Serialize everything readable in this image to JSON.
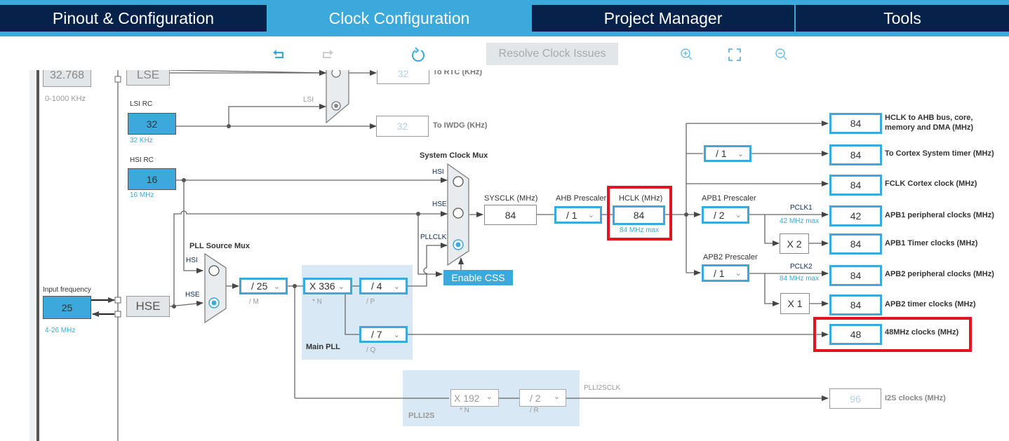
{
  "tabs": [
    {
      "label": "Pinout & Configuration",
      "active": false
    },
    {
      "label": "Clock Configuration",
      "active": true
    },
    {
      "label": "Project Manager",
      "active": false
    },
    {
      "label": "Tools",
      "active": false
    }
  ],
  "toolbar": {
    "undo_icon": "undo-icon",
    "redo_icon": "redo-icon",
    "refresh_icon": "refresh-icon",
    "resolve_label": "Resolve Clock Issues",
    "zoom_in_icon": "zoom-in-icon",
    "fit_icon": "fit-screen-icon",
    "zoom_out_icon": "zoom-out-icon"
  },
  "sources": {
    "lse_value": "32.768",
    "lse_range": "0-1000 KHz",
    "lse_label": "LSE",
    "lsi_title": "LSI RC",
    "lsi_value": "32",
    "lsi_freq": "32 KHz",
    "hsi_title": "HSI RC",
    "hsi_value": "16",
    "hsi_freq": "16 MHz",
    "input_title": "Input frequency",
    "input_value": "25",
    "input_range": "4-26 MHz",
    "hse_label": "HSE"
  },
  "rtc": {
    "lsi_tag": "LSI",
    "rtc_value": "32",
    "rtc_label": "To RTC (KHz)",
    "iwdg_value": "32",
    "iwdg_label": "To IWDG (KHz)"
  },
  "pll": {
    "source_mux_title": "PLL Source Mux",
    "hsi_tag": "HSI",
    "hse_tag": "HSE",
    "m_value": "/ 25",
    "m_label": "/ M",
    "n_value": "X 336",
    "n_label": "* N",
    "p_value": "/ 4",
    "p_label": "/ P",
    "q_value": "/ 7",
    "q_label": "/ Q",
    "title": "Main PLL"
  },
  "plli2s": {
    "n_value": "X 192",
    "n_label": "* N",
    "r_value": "/ 2",
    "r_label": "/ R",
    "title": "PLLI2S",
    "clk_label": "PLLI2SCLK",
    "i2s_value": "96",
    "i2s_label": "I2S clocks (MHz)"
  },
  "sysmux": {
    "title": "System Clock Mux",
    "hsi_tag": "HSI",
    "hse_tag": "HSE",
    "pll_tag": "PLLCLK",
    "enable_css": "Enable CSS",
    "sysclk_label": "SYSCLK (MHz)",
    "sysclk_value": "84",
    "ahb_label": "AHB Prescaler",
    "ahb_value": "/ 1",
    "hclk_label": "HCLK (MHz)",
    "hclk_value": "84",
    "hclk_max": "84 MHz max"
  },
  "outputs": {
    "cortex_div": "/ 1",
    "apb1_label": "APB1 Prescaler",
    "apb1_value": "/ 2",
    "pclk1_label": "PCLK1",
    "pclk1_max": "42 MHz max",
    "apb1_timer_mult": "X 2",
    "apb2_label": "APB2 Prescaler",
    "apb2_value": "/ 1",
    "pclk2_label": "PCLK2",
    "pclk2_max": "84 MHz max",
    "apb2_timer_mult": "X 1",
    "items": [
      {
        "value": "84",
        "label": "HCLK to AHB bus, core, memory and DMA (MHz)"
      },
      {
        "value": "84",
        "label": "To Cortex System timer (MHz)"
      },
      {
        "value": "84",
        "label": "FCLK Cortex clock (MHz)"
      },
      {
        "value": "42",
        "label": "APB1 peripheral clocks (MHz)"
      },
      {
        "value": "84",
        "label": "APB1 Timer clocks (MHz)"
      },
      {
        "value": "84",
        "label": "APB2 peripheral clocks (MHz)"
      },
      {
        "value": "84",
        "label": "APB2 timer clocks (MHz)"
      },
      {
        "value": "48",
        "label": "48MHz clocks (MHz)"
      }
    ]
  },
  "colors": {
    "accent": "#3ba9db",
    "tab_dark": "#06224a",
    "highlight": "#e3141f"
  }
}
